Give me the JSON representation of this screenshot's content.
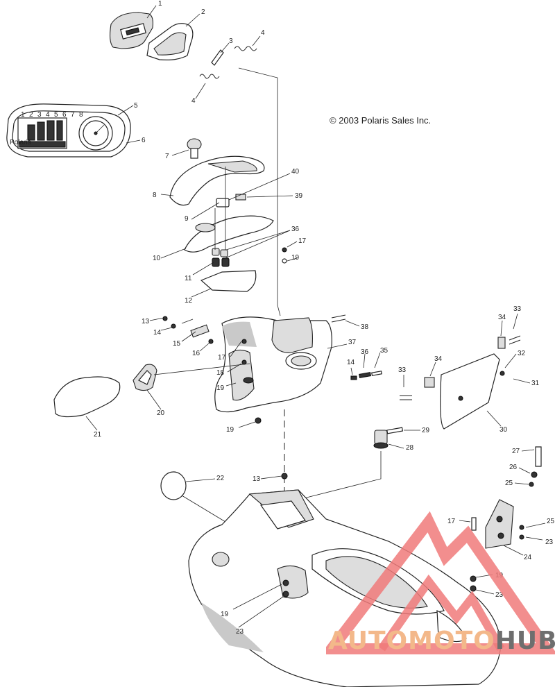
{
  "copyright": "© 2003 Polaris Sales Inc.",
  "gauge_texts": {
    "brand": "Polaris",
    "scale": [
      "1",
      "2",
      "3",
      "4",
      "5",
      "6",
      "7",
      "8"
    ]
  },
  "parts": [
    {
      "id": "c1",
      "label": "1"
    },
    {
      "id": "c2",
      "label": "2"
    },
    {
      "id": "c3",
      "label": "3"
    },
    {
      "id": "c4a",
      "label": "4"
    },
    {
      "id": "c4b",
      "label": "4"
    },
    {
      "id": "c5",
      "label": "5"
    },
    {
      "id": "c6",
      "label": "6"
    },
    {
      "id": "c7",
      "label": "7"
    },
    {
      "id": "c8",
      "label": "8"
    },
    {
      "id": "c9",
      "label": "9"
    },
    {
      "id": "c10",
      "label": "10"
    },
    {
      "id": "c11",
      "label": "11"
    },
    {
      "id": "c12",
      "label": "12"
    },
    {
      "id": "c13a",
      "label": "13"
    },
    {
      "id": "c13b",
      "label": "13"
    },
    {
      "id": "c14a",
      "label": "14"
    },
    {
      "id": "c14b",
      "label": "14"
    },
    {
      "id": "c15",
      "label": "15"
    },
    {
      "id": "c16",
      "label": "16"
    },
    {
      "id": "c17a",
      "label": "17"
    },
    {
      "id": "c17b",
      "label": "17"
    },
    {
      "id": "c17c",
      "label": "17"
    },
    {
      "id": "c18",
      "label": "18"
    },
    {
      "id": "c19a",
      "label": "19"
    },
    {
      "id": "c19b",
      "label": "19"
    },
    {
      "id": "c19c",
      "label": "19"
    },
    {
      "id": "c19d",
      "label": "19"
    },
    {
      "id": "c19e",
      "label": "19"
    },
    {
      "id": "c20",
      "label": "20"
    },
    {
      "id": "c21",
      "label": "21"
    },
    {
      "id": "c22",
      "label": "22"
    },
    {
      "id": "c23a",
      "label": "23"
    },
    {
      "id": "c23b",
      "label": "23"
    },
    {
      "id": "c23c",
      "label": "23"
    },
    {
      "id": "c24",
      "label": "24"
    },
    {
      "id": "c25a",
      "label": "25"
    },
    {
      "id": "c25b",
      "label": "25"
    },
    {
      "id": "c26",
      "label": "26"
    },
    {
      "id": "c27",
      "label": "27"
    },
    {
      "id": "c28",
      "label": "28"
    },
    {
      "id": "c29",
      "label": "29"
    },
    {
      "id": "c30",
      "label": "30"
    },
    {
      "id": "c31",
      "label": "31"
    },
    {
      "id": "c32",
      "label": "32"
    },
    {
      "id": "c33a",
      "label": "33"
    },
    {
      "id": "c33b",
      "label": "33"
    },
    {
      "id": "c34a",
      "label": "34"
    },
    {
      "id": "c34b",
      "label": "34"
    },
    {
      "id": "c35",
      "label": "35"
    },
    {
      "id": "c36a",
      "label": "36"
    },
    {
      "id": "c36b",
      "label": "36"
    },
    {
      "id": "c37",
      "label": "37"
    },
    {
      "id": "c38",
      "label": "38"
    },
    {
      "id": "c39",
      "label": "39"
    },
    {
      "id": "c40",
      "label": "40"
    }
  ],
  "watermark": {
    "text_part_1": "AUTOMOTO",
    "text_part_2": "HUB",
    "color_primary": "#f07a7a",
    "color_secondary": "#6e6e6e"
  }
}
